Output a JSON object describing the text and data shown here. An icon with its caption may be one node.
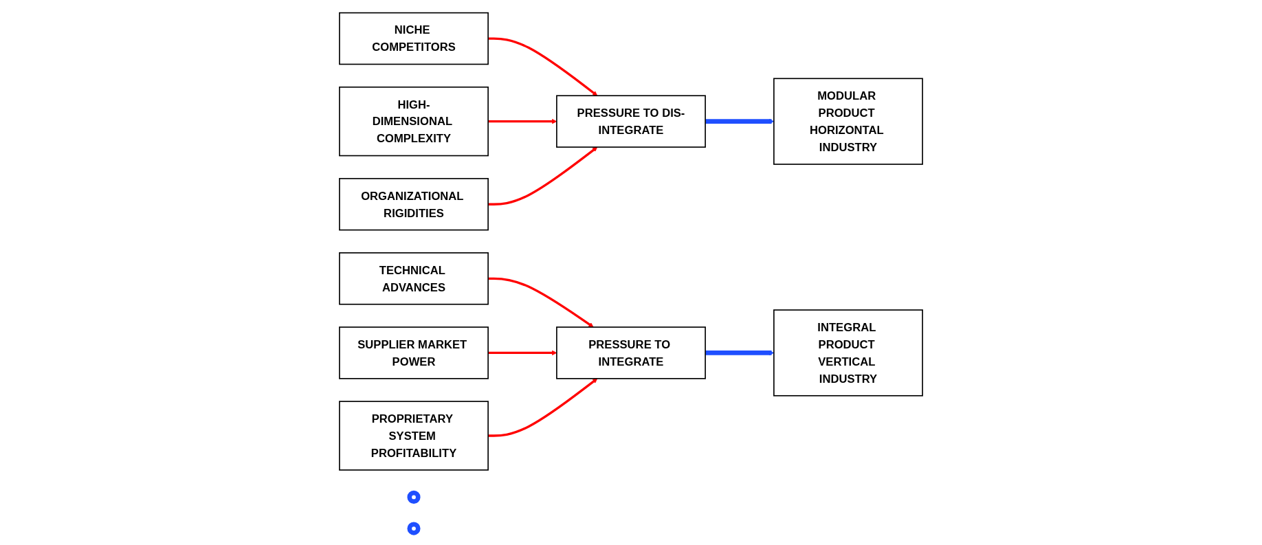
{
  "diagram": {
    "nodes": [
      {
        "text": [
          "INTEGRAL PRODUCT VERTICAL INDUSTRY"
        ]
      },
      {
        "text": [
          "MODULAR PRODUCT HORIZONTAL INDUSTRY"
        ]
      },
      {
        "text": [
          "NICHE COMPETITORS"
        ]
      },
      {
        "text": [
          "TECHNICAL ADVANCES"
        ]
      },
      {
        "text": [
          "HIGH-DIMENSIONAL COMPLEXITY"
        ]
      },
      {
        "text": [
          "SUPPLIER MARKET POWER"
        ]
      },
      {
        "text": [
          "ORGANIZATIONAL RIGIDITIES"
        ]
      },
      {
        "text": [
          "PRESSURE TO DIS-INTEGRATE"
        ]
      },
      {
        "text": [
          "PRESSURE TO INTEGRATE"
        ]
      },
      {
        "text": [
          "PROPRIETARY SYSTEM PROFITABILITY"
        ]
      },
      {
        "text": [],
        "shape": "circle"
      },
      {
        "text": [],
        "shape": "circle"
      }
    ],
    "edges": [
      {
        "from": 2,
        "to": 7,
        "arrow": "to"
      },
      {
        "from": 4,
        "to": 7,
        "arrow": "to"
      },
      {
        "from": 6,
        "to": 7,
        "arrow": "to"
      },
      {
        "from": 3,
        "to": 8,
        "arrow": "to"
      },
      {
        "from": 5,
        "to": 8,
        "arrow": "to"
      },
      {
        "from": 9,
        "to": 8,
        "arrow": "to"
      },
      {
        "from": 7,
        "to": 1,
        "arrow": "to",
        "style": "thick",
        "color": "#1f4fff"
      },
      {
        "from": 8,
        "to": 0,
        "arrow": "to",
        "style": "thick",
        "color": "#1f4fff"
      }
    ]
  }
}
